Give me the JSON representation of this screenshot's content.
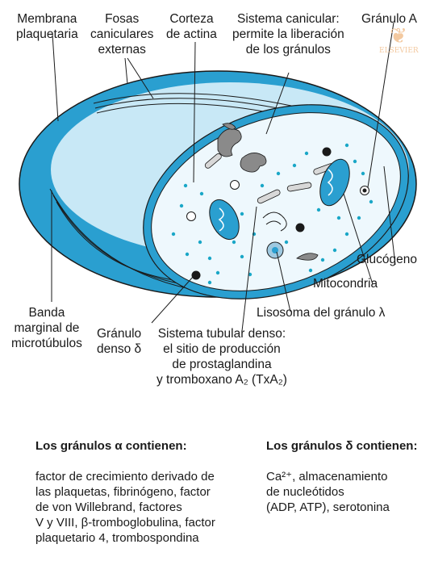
{
  "labels": {
    "membrana": "Membrana\nplaquetaria",
    "fosas": "Fosas\ncaniculares\nexternas",
    "corteza": "Corteza\nde actina",
    "sistema_canicular": "Sistema canicular:\npermite la liberación\nde los gránulos",
    "granulo_a": "Gránulo A",
    "glucogeno": "Glucógeno",
    "mitocondria": "Mitocondria",
    "lisosoma": "Lisosoma del gránulo λ",
    "banda": "Banda\nmarginal de\nmicrotúbulos",
    "granulo_denso": "Gránulo\ndenso δ",
    "sistema_tubular": "Sistema tubular denso:\nel sitio de producción\nde prostaglandina\ny tromboxano A₂ (TxA₂)"
  },
  "legend": {
    "alpha_title": "Los gránulos α contienen:",
    "alpha_body": "factor de crecimiento derivado de\nlas plaquetas, fibrinógeno, factor\nde von Willebrand, factores\nV y VIII, β-tromboglobulina, factor\nplaquetario 4, trombospondina",
    "delta_title": "Los gránulos δ contienen:",
    "delta_body": "Ca²⁺, almacenamiento\nde nucleótidos\n(ADP, ATP), serotonina"
  },
  "watermark": "ELSEVIER",
  "colors": {
    "outer_blue": "#2a9fd0",
    "light_blue": "#c8e8f6",
    "inner_fill": "#eef8fd",
    "dot_cyan": "#1aa7c7",
    "gray": "#8a8a8a"
  }
}
